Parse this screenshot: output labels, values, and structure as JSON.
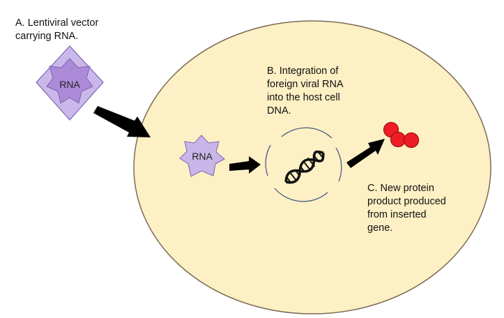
{
  "labels": {
    "step_a": "A. Lentiviral vector\ncarrying RNA.",
    "step_b": "B. Integration of\nforeign viral RNA\ninto the host cell\nDNA.",
    "step_c": "C. New protein\nproduct produced\nfrom inserted\ngene."
  },
  "shapes": {
    "vector_rna_label": "RNA",
    "free_rna_label": "RNA"
  },
  "colors": {
    "cell_fill": "#fdf0c4",
    "cell_stroke": "#7a6a55",
    "vector_diamond": "#cbb8ea",
    "vector_star": "#ad8ad8",
    "rna_star": "#c8b6e8",
    "arrow": "#000000",
    "nucleus_stroke": "#4a5a8a",
    "protein": "#ee1d25",
    "protein_stroke": "#a01010"
  },
  "icons": {
    "dna": "dna-helix-icon",
    "protein": "protein-beads-icon"
  }
}
